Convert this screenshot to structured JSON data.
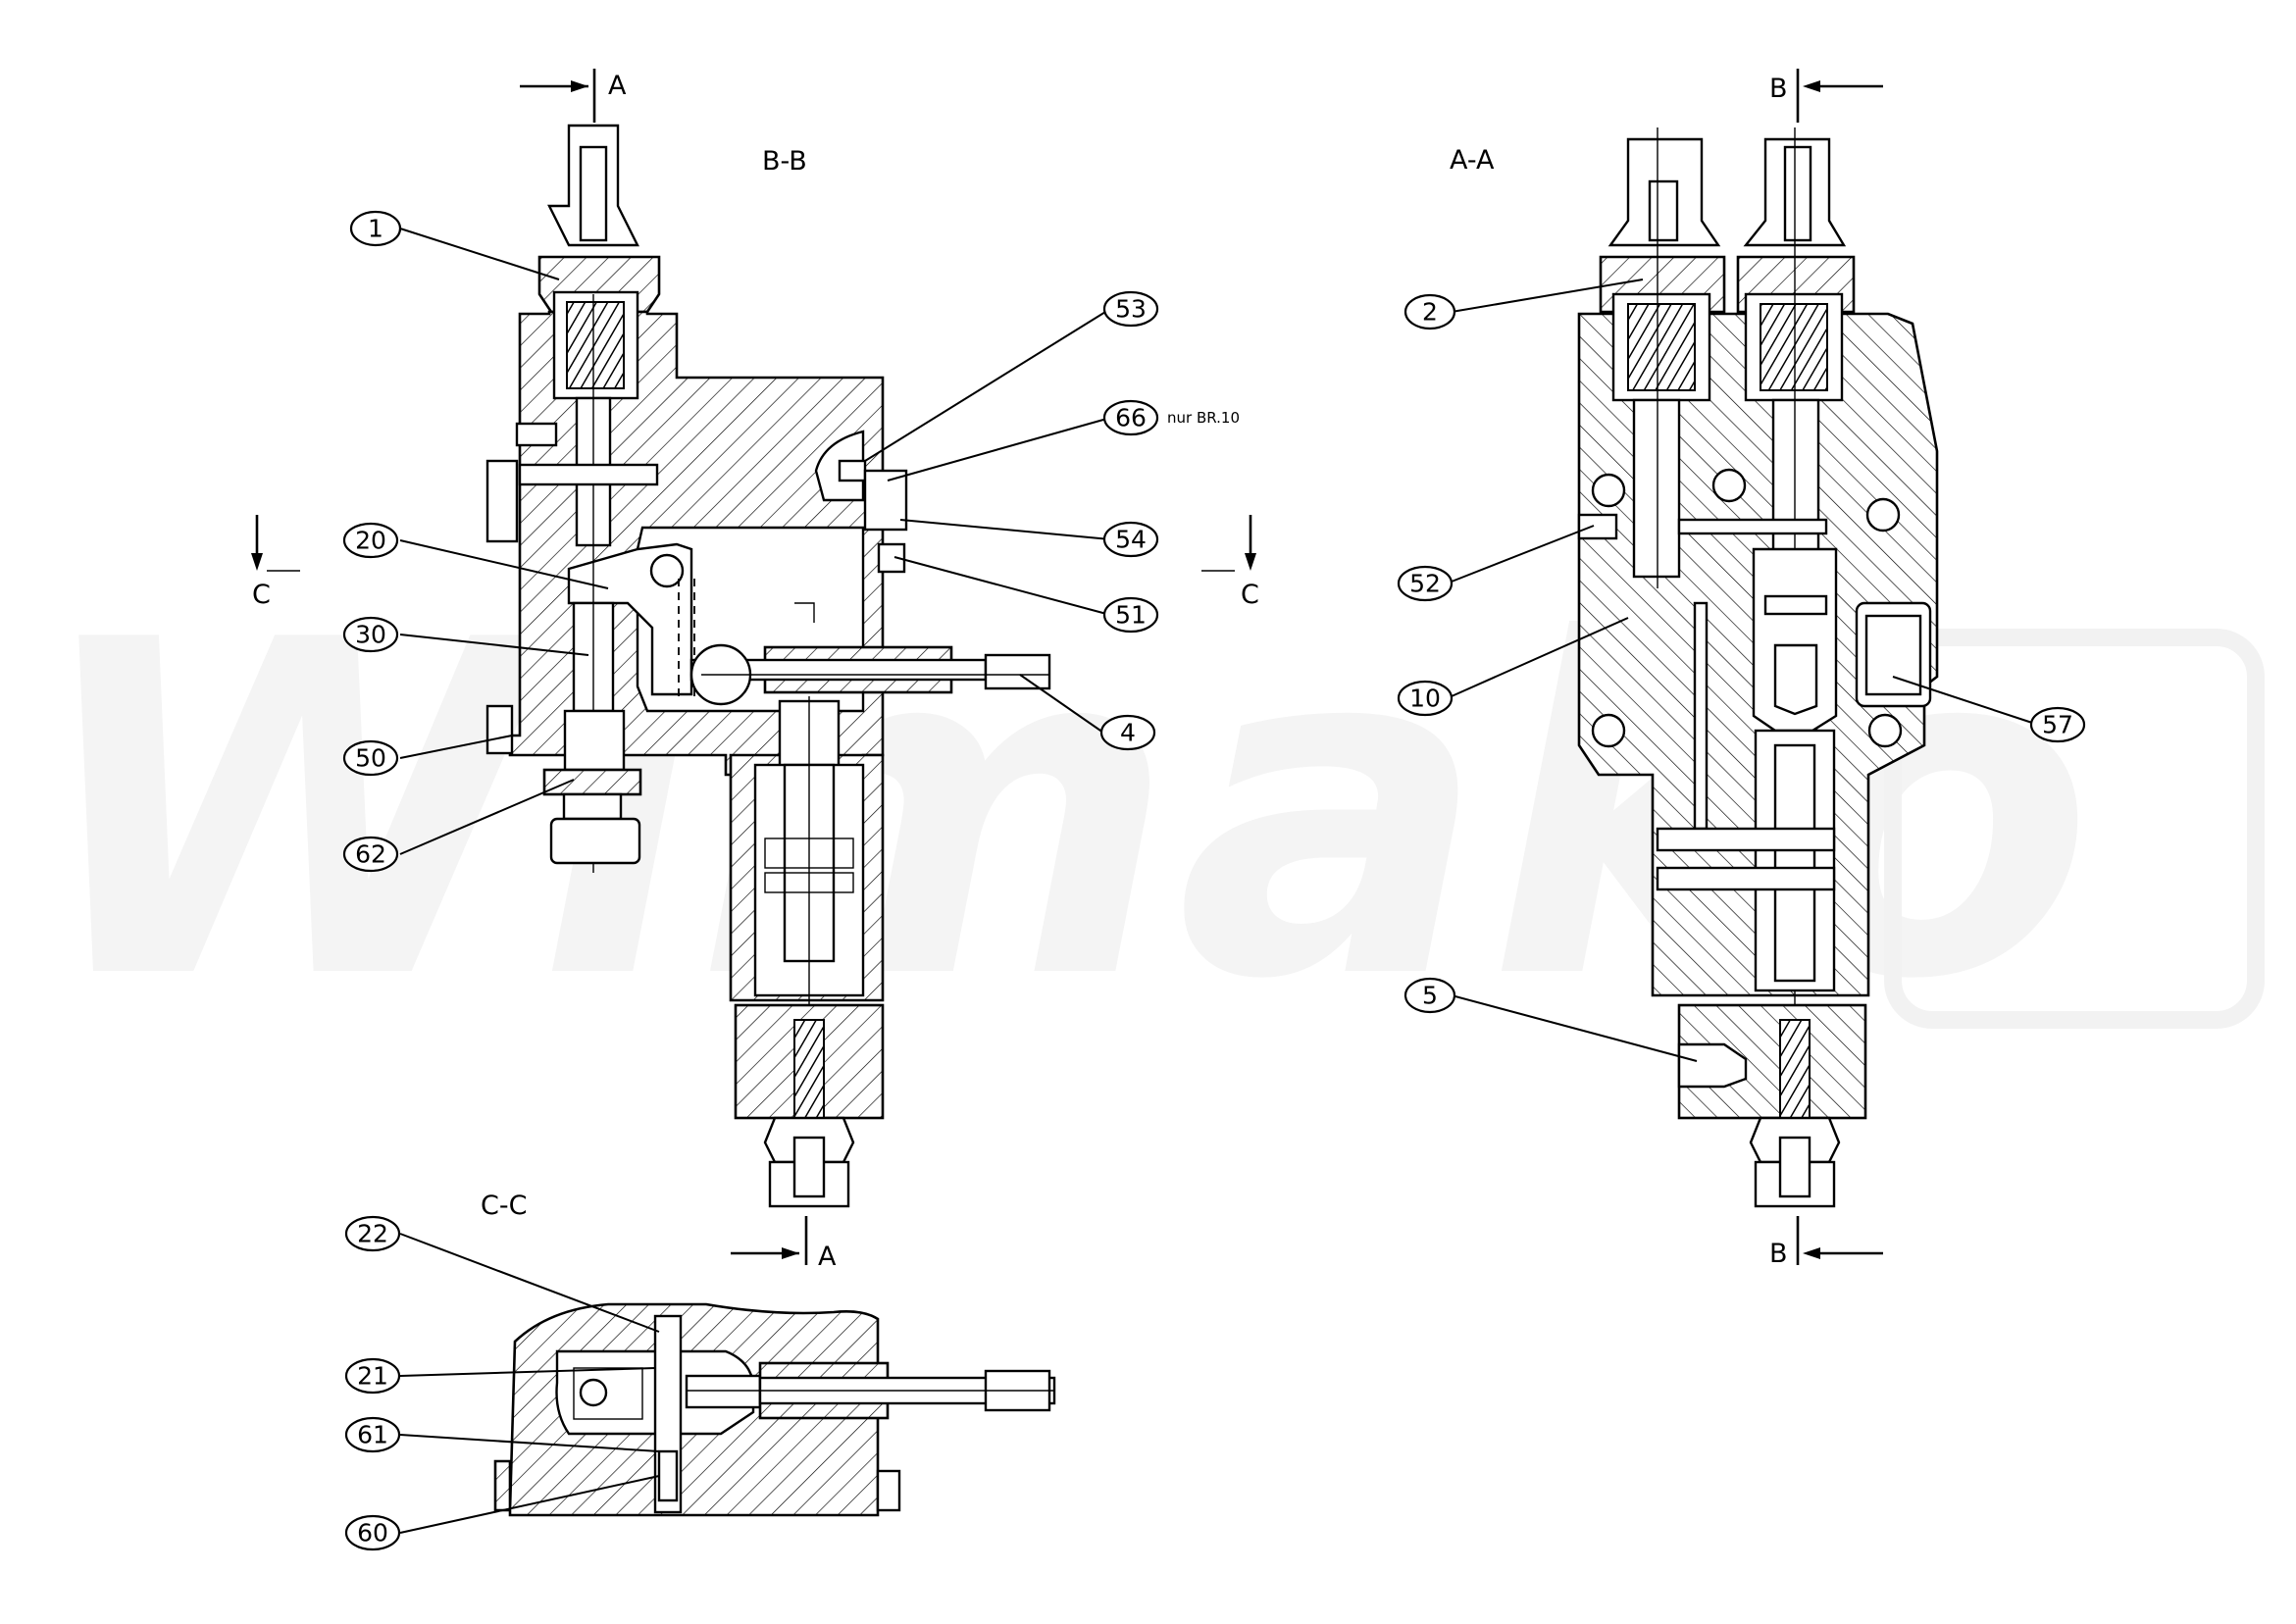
{
  "views": {
    "bb": "B-B",
    "aa": "A-A",
    "cc": "C-C"
  },
  "section_markers": {
    "a_top": "A",
    "a_bottom": "A",
    "b_top": "B",
    "b_bottom": "B",
    "c_left": "C",
    "c_right": "C"
  },
  "note_66": "nur BR.10",
  "watermark": "Wimako",
  "balloons": {
    "b1": "1",
    "b2": "2",
    "b4": "4",
    "b5": "5",
    "b10": "10",
    "b20": "20",
    "b21": "21",
    "b22": "22",
    "b30": "30",
    "b50": "50",
    "b51": "51",
    "b52": "52",
    "b53": "53",
    "b54": "54",
    "b57": "57",
    "b60": "60",
    "b61": "61",
    "b62": "62",
    "b66": "66"
  }
}
